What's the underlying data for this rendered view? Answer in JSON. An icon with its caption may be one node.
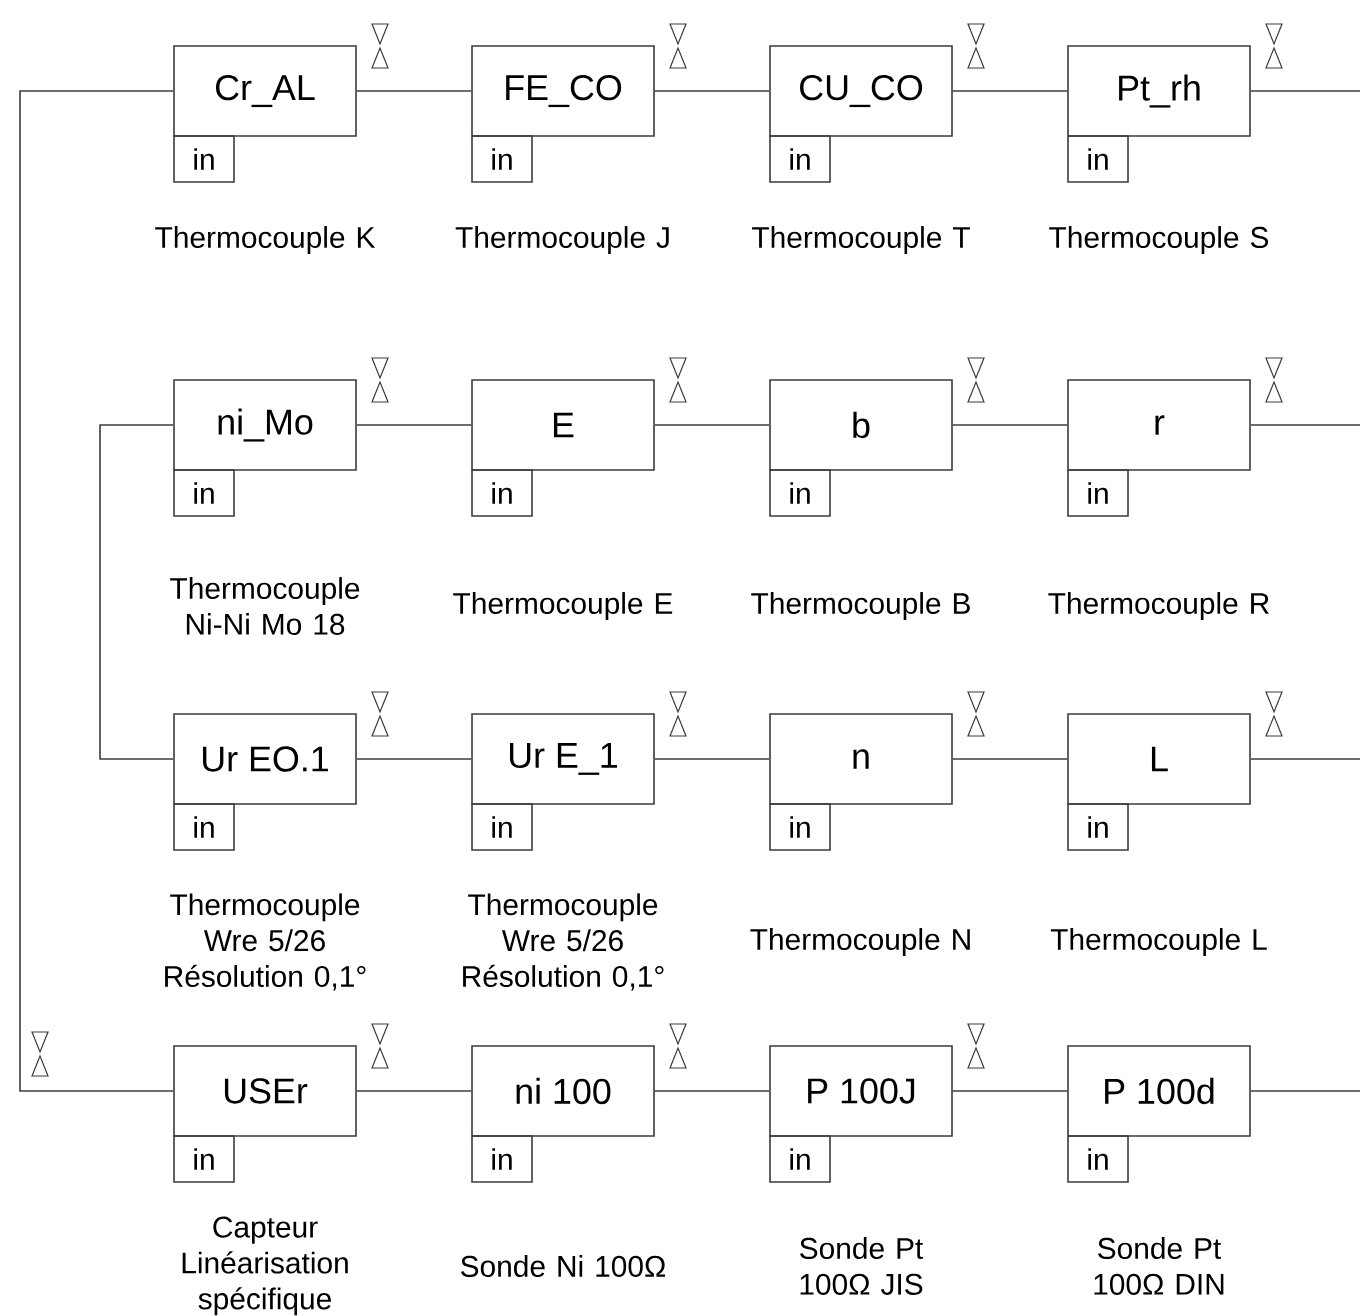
{
  "diagram": {
    "nodes": [
      {
        "text": [
          "Cr_AL"
        ]
      },
      {
        "text": [
          "in"
        ]
      },
      {
        "text": [
          "FE_CO"
        ]
      },
      {
        "text": [
          "in"
        ]
      },
      {
        "text": [
          "CU_CO"
        ]
      },
      {
        "text": [
          "in"
        ]
      },
      {
        "text": [
          "Pt_rh"
        ]
      },
      {
        "text": [
          "in"
        ]
      },
      {
        "text": [
          "ni_Mo"
        ]
      },
      {
        "text": [
          "in"
        ]
      },
      {
        "text": [
          "E"
        ]
      },
      {
        "text": [
          "in"
        ]
      },
      {
        "text": [
          "b"
        ]
      },
      {
        "text": [
          "in"
        ]
      },
      {
        "text": [
          "r"
        ]
      },
      {
        "text": [
          "in"
        ]
      },
      {
        "text": [
          "Ur EO.1"
        ]
      },
      {
        "text": [
          "in"
        ]
      },
      {
        "text": [
          "Ur E_1"
        ]
      },
      {
        "text": [
          "in"
        ]
      },
      {
        "text": [
          "n"
        ]
      },
      {
        "text": [
          "in"
        ]
      },
      {
        "text": [
          "L"
        ]
      },
      {
        "text": [
          "in"
        ]
      },
      {
        "text": [
          "USEr"
        ]
      },
      {
        "text": [
          "in"
        ]
      },
      {
        "text": [
          "ni 100"
        ]
      },
      {
        "text": [
          "in"
        ]
      },
      {
        "text": [
          "P 100J"
        ]
      },
      {
        "text": [
          "in"
        ]
      },
      {
        "text": [
          "P 100d"
        ]
      },
      {
        "text": [
          "in"
        ]
      }
    ],
    "edges": [
      {
        "from": 0,
        "to": 2,
        "arrow": "none"
      },
      {
        "from": 2,
        "to": 4,
        "arrow": "none"
      },
      {
        "from": 4,
        "to": 6,
        "arrow": "none"
      },
      {
        "from": 6,
        "to": null,
        "arrow": "none"
      },
      {
        "from": 8,
        "to": 10,
        "arrow": "none"
      },
      {
        "from": 10,
        "to": 12,
        "arrow": "none"
      },
      {
        "from": 12,
        "to": 14,
        "arrow": "none"
      },
      {
        "from": 14,
        "to": null,
        "arrow": "none"
      },
      {
        "from": 16,
        "to": 18,
        "arrow": "none"
      },
      {
        "from": 18,
        "to": 20,
        "arrow": "none"
      },
      {
        "from": 20,
        "to": 22,
        "arrow": "none"
      },
      {
        "from": 22,
        "to": null,
        "arrow": "none"
      },
      {
        "from": 24,
        "to": 26,
        "arrow": "none"
      },
      {
        "from": 26,
        "to": 28,
        "arrow": "none"
      },
      {
        "from": 28,
        "to": 30,
        "arrow": "none"
      },
      {
        "from": 30,
        "to": null,
        "arrow": "none"
      },
      {
        "from": 0,
        "to": 24,
        "arrow": "none"
      },
      {
        "from": 8,
        "to": 16,
        "arrow": "none"
      }
    ],
    "labels": [
      "Thermocouple K",
      "Thermocouple J",
      "Thermocouple T",
      "Thermocouple S",
      "Thermocouple Ni-Ni Mo 18",
      "Thermocouple E",
      "Thermocouple B",
      "Thermocouple R",
      "Thermocouple Wre 5/26 Résolution 0,1°",
      "Thermocouple Wre 5/26 Résolution 0,1°",
      "Thermocouple N",
      "Thermocouple L",
      "Capteur Linéarisation spécifique",
      "Sonde Ni 100Ω",
      "Sonde Pt 100Ω JIS",
      "Sonde Pt 100Ω DIN"
    ]
  }
}
